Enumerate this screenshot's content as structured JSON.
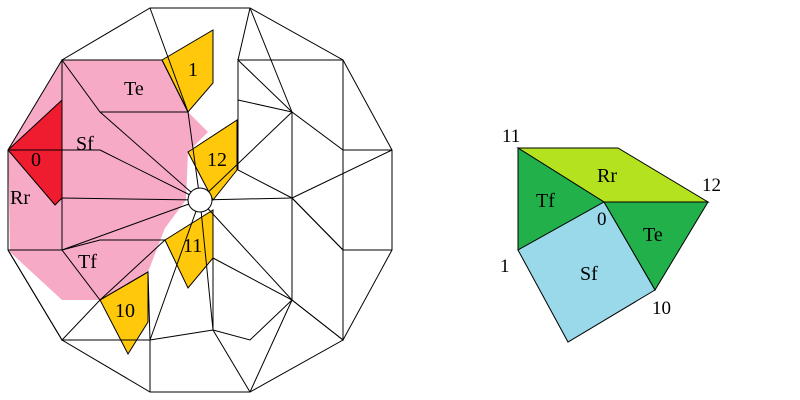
{
  "left_diagram": {
    "regions": {
      "te": "Te",
      "sf": "Sf",
      "rr": "Rr",
      "tf": "Tf"
    },
    "tabs": {
      "zero": "0",
      "one": "1",
      "twelve": "12",
      "eleven": "11",
      "ten": "10"
    }
  },
  "right_diagram": {
    "faces": {
      "rr": "Rr",
      "tf": "Tf",
      "te": "Te",
      "sf": "Sf"
    },
    "vertices": {
      "eleven": "11",
      "twelve": "12",
      "zero": "0",
      "one": "1",
      "ten": "10"
    }
  },
  "colors": {
    "pink": "#f7aac6",
    "red": "#ee1c2e",
    "gold": "#ffc80a",
    "lime": "#b4e21e",
    "green": "#22b04b",
    "lightblue": "#99d9ea",
    "line": "#000000"
  }
}
